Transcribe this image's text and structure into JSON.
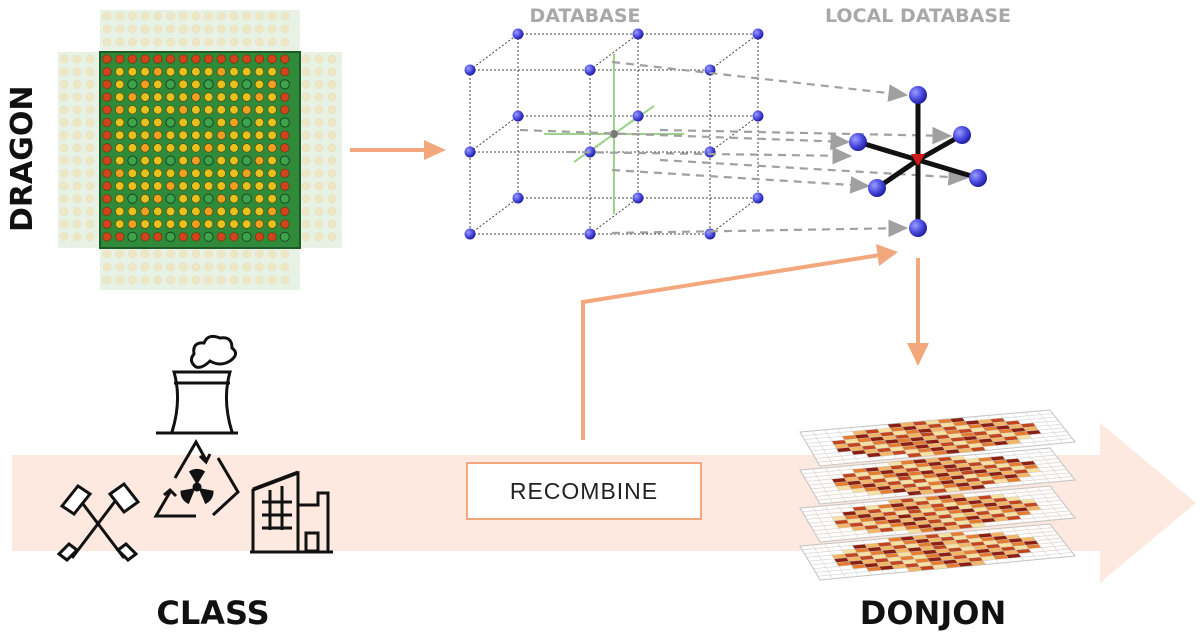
{
  "labels": {
    "dragon": "DRAGON",
    "database": "DATABASE",
    "local_database": "LOCAL DATABASE",
    "class": "CLASS",
    "donjon": "DONJON",
    "recombine": "RECOMBINE"
  },
  "icons": [
    "cooling-tower-icon",
    "recycle-radiation-icon",
    "mining-hammers-icon",
    "factory-icon"
  ],
  "colors": {
    "flow_arrow": "#f3a77c",
    "flow_band": "#fde9df",
    "database_node": "#4a4ae0",
    "assembly_green": "#2f8a3a",
    "local_center": "#d01818"
  }
}
